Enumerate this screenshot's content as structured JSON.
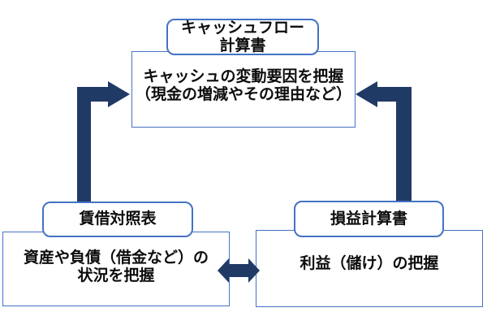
{
  "diagram": {
    "nodes": {
      "cash_flow": {
        "label_lines": [
          "キャッシュフロー",
          "計算書"
        ],
        "body_lines": [
          "キャッシュの変動要因を把握",
          "（現金の増減やその理由など）"
        ]
      },
      "balance_sheet": {
        "label": "賃借対照表",
        "body_lines": [
          "資産や負債（借金など）の",
          "状況を把握"
        ]
      },
      "income_statement": {
        "label": "損益計算書",
        "body": "利益（儲け）の把握"
      }
    },
    "arrows": [
      {
        "name": "balance-to-cashflow",
        "type": "elbow-arrow",
        "from": "賃借対照表",
        "to": "キャッシュフロー計算書"
      },
      {
        "name": "income-to-cashflow",
        "type": "elbow-arrow",
        "from": "損益計算書",
        "to": "キャッシュフロー計算書"
      },
      {
        "name": "balance-income-bidirectional",
        "type": "double-headed-arrow",
        "between": [
          "賃借対照表",
          "損益計算書"
        ]
      }
    ],
    "colors": {
      "arrow": "#203a66",
      "box_border": "#4472c4",
      "box_fill": "#ffffff",
      "text": "#0d0d0d",
      "background": "#ffffff"
    }
  }
}
